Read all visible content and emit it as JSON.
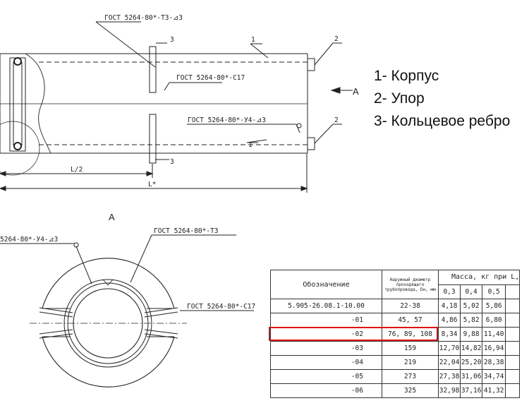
{
  "drawing": {
    "top_view": {
      "gost_t3_top": "ГОСТ 5264-80*-Т3-⊿3",
      "gost_c17": "ГОСТ 5264-80*-С17",
      "gost_u4": "ГОСТ 5264-80*-У4-⊿3",
      "callout_1_top": "1",
      "callout_1_bottom": "1",
      "callout_2_top": "2",
      "callout_2_bottom": "2",
      "callout_3_top": "3",
      "callout_3_bottom": "3",
      "view_arrow": "A",
      "dim_half": "L/2",
      "dim_full": "L*"
    },
    "section_view": {
      "title": "A",
      "gost_u4": "5264-80*-У4-⊿3",
      "gost_t3": "ГОСТ 5264-80*-Т3",
      "gost_c17": "ГОСТ 5264-80*-С17"
    }
  },
  "legend": {
    "items": [
      "1- Корпус",
      "2- Упор",
      "3- Кольцевое ребро"
    ]
  },
  "table": {
    "header": {
      "designation": "Обозначение",
      "diameter": "Наружный диаметр проходящего трубопровода, Dн, мм",
      "mass": "Масса, кг при L,",
      "lengths": [
        "0,3",
        "0,4",
        "0,5"
      ]
    },
    "rows": [
      {
        "designation": "5.905-26.08.1-10.00",
        "diameter": "22-38",
        "m": [
          "4,18",
          "5,02",
          "5,86"
        ]
      },
      {
        "designation": "-01",
        "diameter": "45, 57",
        "m": [
          "4,86",
          "5,82",
          "6,80"
        ]
      },
      {
        "designation": "-02",
        "diameter": "76, 89, 108",
        "m": [
          "8,34",
          "9,88",
          "11,40"
        ]
      },
      {
        "designation": "-03",
        "diameter": "159",
        "m": [
          "12,70",
          "14,82",
          "16,94"
        ]
      },
      {
        "designation": "-04",
        "diameter": "219",
        "m": [
          "22,04",
          "25,20",
          "28,38"
        ]
      },
      {
        "designation": "-05",
        "diameter": "273",
        "m": [
          "27,38",
          "31,06",
          "34,74"
        ]
      },
      {
        "designation": "-06",
        "diameter": "325",
        "m": [
          "32,98",
          "37,16",
          "41,32"
        ]
      }
    ],
    "highlight_color": "#e01010"
  }
}
